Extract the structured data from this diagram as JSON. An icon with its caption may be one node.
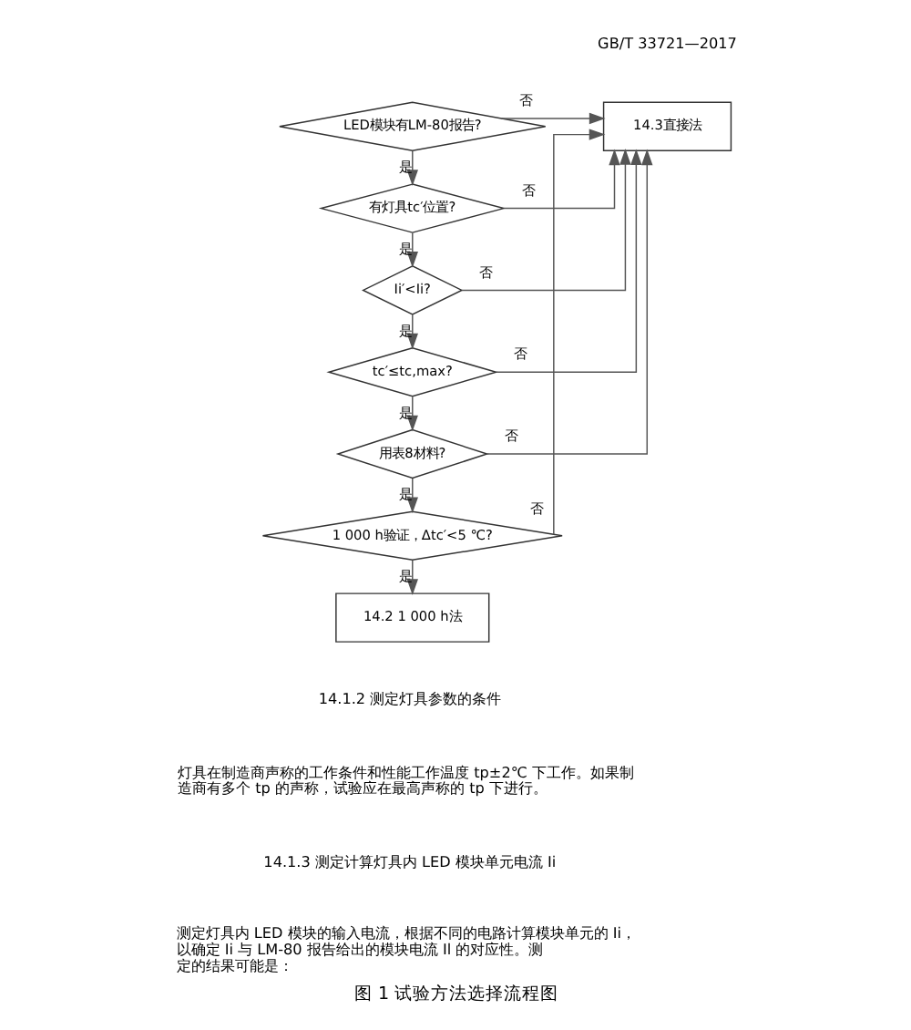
{
  "diagram": {
    "caption": "图 1 试验方法选择流程图",
    "nodes": [
      {
        "text": [
          "LED模块有LM-80报告?"
        ]
      },
      {
        "text": [
          "14.3直接法"
        ]
      },
      {
        "text": [
          "有灯具tc′位置?"
        ]
      },
      {
        "text": [
          "Ii′<Ii?"
        ]
      },
      {
        "text": [
          "tc′≤tc,max?"
        ]
      },
      {
        "text": [
          "用表8材料?"
        ]
      },
      {
        "text": [
          "1 000 h验证，Δtc′<5 ℃?"
        ]
      },
      {
        "text": [
          "14.2 1 000 h法"
        ]
      }
    ],
    "edges": [
      {
        "from": 0,
        "to": 1,
        "arrow": "to",
        "label": "否"
      },
      {
        "from": 0,
        "to": 2,
        "arrow": "to",
        "label": "是"
      },
      {
        "from": 2,
        "to": 1,
        "arrow": "to",
        "label": "否"
      },
      {
        "from": 2,
        "to": 3,
        "arrow": "to",
        "label": "是"
      },
      {
        "from": 3,
        "to": 1,
        "arrow": "to",
        "label": "否"
      },
      {
        "from": 3,
        "to": 4,
        "arrow": "to",
        "label": "是"
      },
      {
        "from": 4,
        "to": 1,
        "arrow": "to",
        "label": "否"
      },
      {
        "from": 4,
        "to": 5,
        "arrow": "to",
        "label": "是"
      },
      {
        "from": 5,
        "to": 1,
        "arrow": "to",
        "label": "否"
      },
      {
        "from": 5,
        "to": 6,
        "arrow": "to",
        "label": "是"
      },
      {
        "from": 6,
        "to": 1,
        "arrow": "to",
        "label": "否"
      },
      {
        "from": 6,
        "to": 7,
        "arrow": "to",
        "label": "是"
      }
    ],
    "labels": [
      "GB/T 33721—2017",
      "14.1.2 测定灯具参数的条件",
      "灯具在制造商声称的工作条件和性能工作温度 tp±2℃ 下工作。如果制造商有多个 tp 的声称，试验应在最高声称的 tp 下进行。",
      "14.1.3 测定计算灯具内 LED 模块单元电流 Ii",
      "测定灯具内 LED 模块的输入电流，根据不同的电路计算模块单元的 Ii，以确定 Ii 与 LM-80 报告给出的模块电流 Il 的对应性。测定的结果可能是："
    ]
  }
}
